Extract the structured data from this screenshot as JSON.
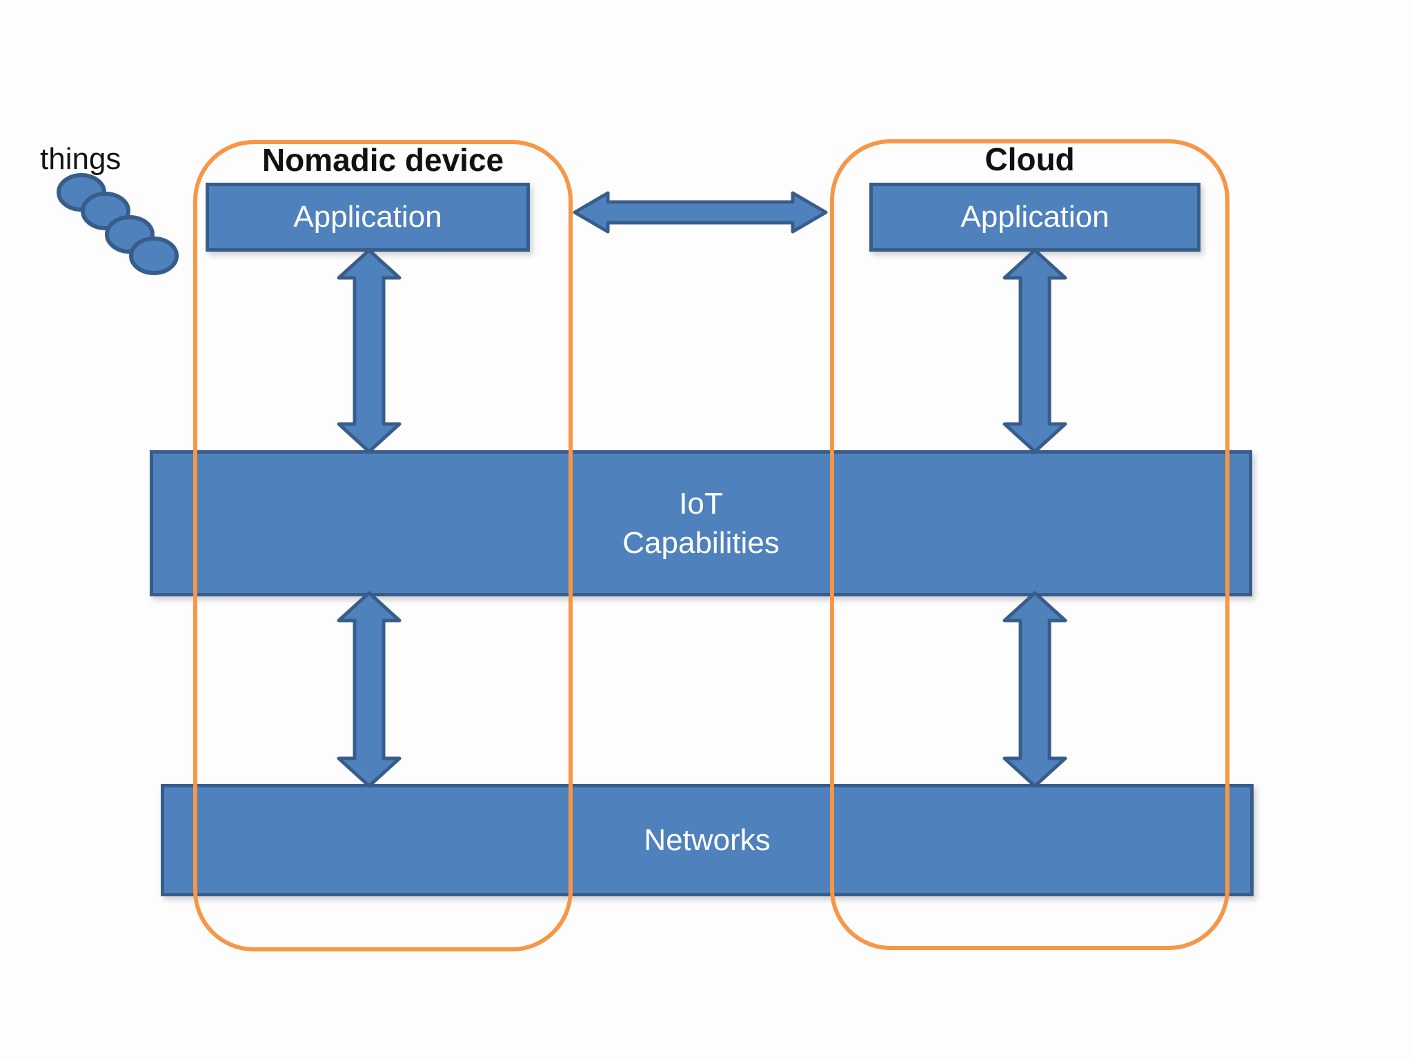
{
  "diagram": {
    "things": {
      "label": "things",
      "ellipse_count": 4
    },
    "containers": [
      {
        "id": "nomadic-device",
        "title": "Nomadic device",
        "application_label": "Application"
      },
      {
        "id": "cloud",
        "title": "Cloud",
        "application_label": "Application"
      }
    ],
    "layers": [
      {
        "id": "iot-capabilities",
        "label_lines": [
          "IoT",
          "Capabilities"
        ]
      },
      {
        "id": "networks",
        "label": "Networks"
      }
    ],
    "connections": [
      {
        "from": "nomadic-device.application",
        "to": "cloud.application",
        "style": "double-headed-arrow",
        "orientation": "horizontal"
      },
      {
        "from": "nomadic-device.application",
        "to": "iot-capabilities",
        "style": "double-headed-arrow",
        "orientation": "vertical"
      },
      {
        "from": "cloud.application",
        "to": "iot-capabilities",
        "style": "double-headed-arrow",
        "orientation": "vertical"
      },
      {
        "from": "iot-capabilities",
        "to": "networks",
        "side": "nomadic-device",
        "style": "double-headed-arrow",
        "orientation": "vertical"
      },
      {
        "from": "iot-capabilities",
        "to": "networks",
        "side": "cloud",
        "style": "double-headed-arrow",
        "orientation": "vertical"
      }
    ],
    "colors": {
      "shape_fill": "#4f81bd",
      "shape_border": "#385d8a",
      "container_border": "#f79646",
      "shape_text": "#ffffff",
      "title_text": "#111111",
      "bg": "#fdfdfd"
    }
  }
}
